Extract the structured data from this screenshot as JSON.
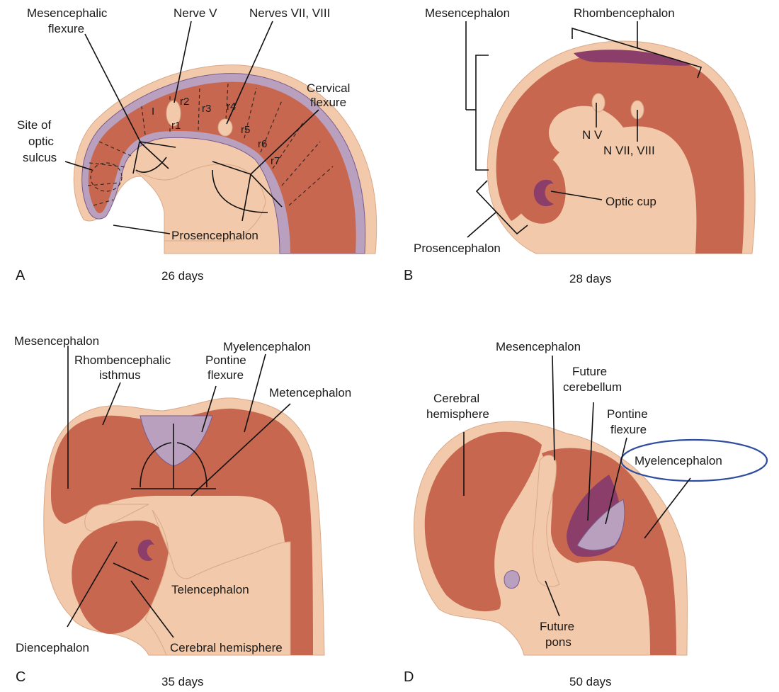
{
  "colors": {
    "skin": "#f2c9aa",
    "tissue": "#c8674f",
    "tissue_dark": "#b95a44",
    "purple": "#8c3e6a",
    "lilac": "#b9a0be",
    "outline": "#7a5a8c",
    "highlight": "#2f4da0"
  },
  "panels": {
    "a": {
      "letter": "A",
      "days": "26 days",
      "labels": {
        "mesencephalic_flexure_1": "Mesencephalic",
        "mesencephalic_flexure_2": "flexure",
        "nerve_v": "Nerve V",
        "nerves_vii_viii": "Nerves VII, VIII",
        "cervical_flexure_1": "Cervical",
        "cervical_flexure_2": "flexure",
        "optic_sulcus_1": "Site of",
        "optic_sulcus_2": "optic",
        "optic_sulcus_3": "sulcus",
        "prosencephalon": "Prosencephalon",
        "seg_i": "I",
        "r1": "r1",
        "r2": "r2",
        "r3": "r3",
        "r4": "r4",
        "r5": "r5",
        "r6": "r6",
        "r7": "r7"
      }
    },
    "b": {
      "letter": "B",
      "days": "28 days",
      "labels": {
        "mesencephalon": "Mesencephalon",
        "rhombencephalon": "Rhombencephalon",
        "nv": "N V",
        "nvii": "N VII, VIII",
        "optic_cup": "Optic cup",
        "prosencephalon": "Prosencephalon"
      }
    },
    "c": {
      "letter": "C",
      "days": "35 days",
      "labels": {
        "mesencephalon": "Mesencephalon",
        "rhomb_isthmus_1": "Rhombencephalic",
        "rhomb_isthmus_2": "isthmus",
        "pontine_flexure_1": "Pontine",
        "pontine_flexure_2": "flexure",
        "myelencephalon": "Myelencephalon",
        "metencephalon": "Metencephalon",
        "telencephalon": "Telencephalon",
        "diencephalon": "Diencephalon",
        "cerebral_hemisphere": "Cerebral hemisphere"
      }
    },
    "d": {
      "letter": "D",
      "days": "50 days",
      "labels": {
        "mesencephalon": "Mesencephalon",
        "future_cerebellum_1": "Future",
        "future_cerebellum_2": "cerebellum",
        "cerebral_hemisphere_1": "Cerebral",
        "cerebral_hemisphere_2": "hemisphere",
        "pontine_flexure_1": "Pontine",
        "pontine_flexure_2": "flexure",
        "myelencephalon": "Myelencephalon",
        "future_pons_1": "Future",
        "future_pons_2": "pons"
      }
    }
  }
}
